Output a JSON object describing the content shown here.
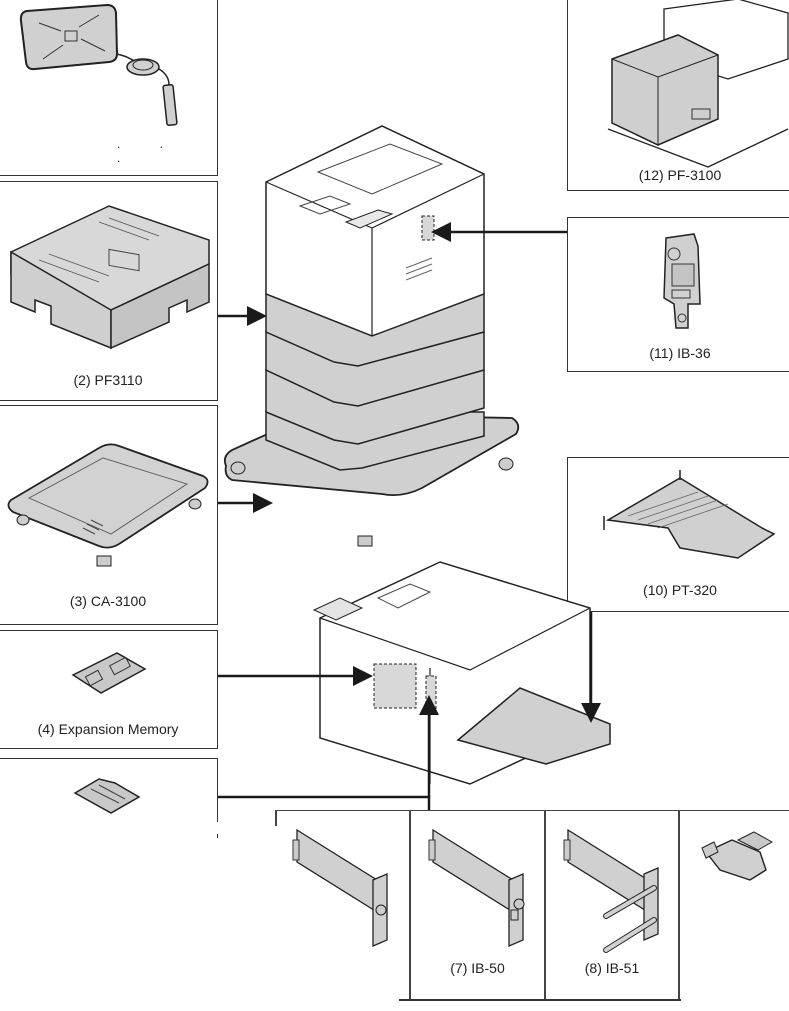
{
  "title": "Optional equipment diagram",
  "colors": {
    "part_fill": "#d0d0d0",
    "line": "#1a1a1a",
    "printer_body": "#ffffff"
  },
  "options": [
    {
      "id": "card-reader",
      "label": ""
    },
    {
      "id": "pf3110",
      "label": "(2) PF3110"
    },
    {
      "id": "ca3100",
      "label": "(3) CA-3100"
    },
    {
      "id": "memory",
      "label": "(4) Expansion Memory"
    },
    {
      "id": "sd-card",
      "label": ""
    },
    {
      "id": "card-6",
      "label": ""
    },
    {
      "id": "ib50",
      "label": "(7) IB-50"
    },
    {
      "id": "ib51",
      "label": "(8) IB-51"
    },
    {
      "id": "parallel",
      "label": ""
    },
    {
      "id": "pt320",
      "label": "(10) PT-320"
    },
    {
      "id": "ib36",
      "label": "(11) IB-36"
    },
    {
      "id": "pf3100",
      "label": "(12) PF-3100"
    }
  ],
  "card_reader_dots": ". . ."
}
